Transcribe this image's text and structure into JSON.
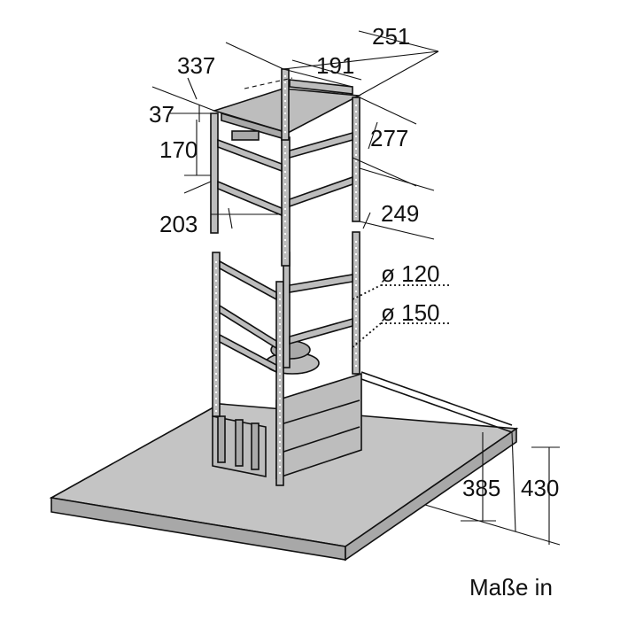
{
  "diagram": {
    "dimensions": {
      "top_width": "251",
      "top_inner_width": "191",
      "top_depth": "337",
      "bracket_offset": "37",
      "bracket_height": "170",
      "frame_depth": "203",
      "frame_right_upper": "277",
      "frame_right_lower": "249",
      "duct_diameter_small": "ø 120",
      "duct_diameter_large": "ø 150",
      "min_height": "385",
      "max_height": "430"
    },
    "caption": "Maße in"
  }
}
